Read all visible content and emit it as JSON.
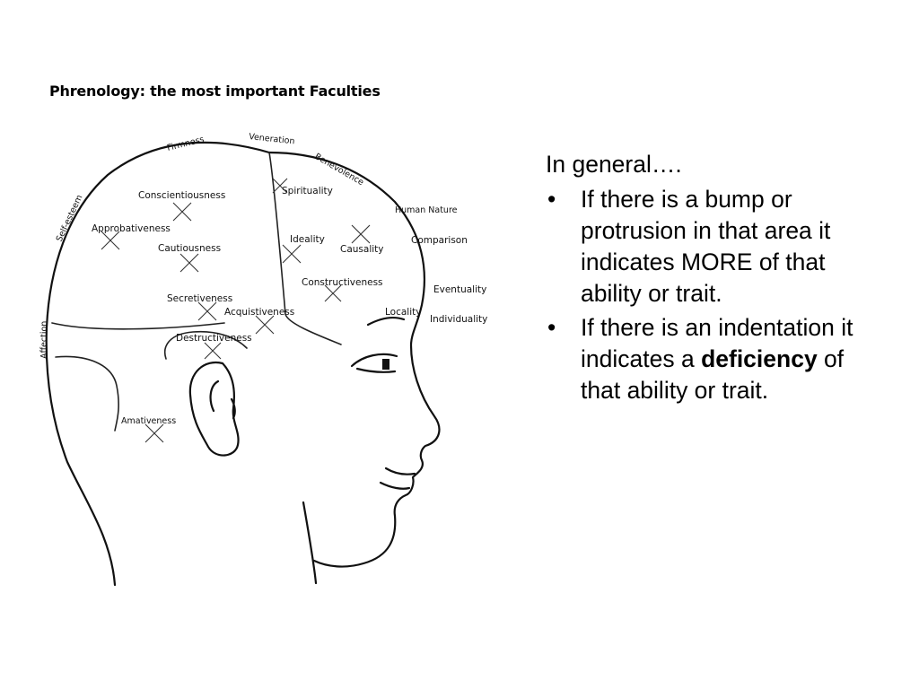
{
  "diagram": {
    "title": "Phrenology: the most important Faculties",
    "faculties": {
      "firmness": "Firmness",
      "veneration": "Veneration",
      "benevolence": "Benevolence",
      "self_esteem": "Self-esteem",
      "conscientiousness": "Conscientiousness",
      "spirituality": "Spirituality",
      "human_nature": "Human Nature",
      "approbativeness": "Approbativeness",
      "cautiousness": "Cautiousness",
      "ideality": "Ideality",
      "causality": "Causality",
      "comparison": "Comparison",
      "constructiveness": "Constructiveness",
      "eventuality": "Eventuality",
      "secretiveness": "Secretiveness",
      "acquisitiveness": "Acquistiveness",
      "locality": "Locality",
      "individuality": "Individuality",
      "affection": "Affection",
      "destructiveness": "Destructiveness",
      "amativeness": "Amativeness"
    }
  },
  "text_panel": {
    "intro": "In general….",
    "bullet_symbol": "•",
    "bullets": {
      "0": {
        "text": "If there is a bump or protrusion in that area it indicates MORE of that ability or trait."
      },
      "1": {
        "text_before": "If there is an indentation it indicates a ",
        "emphasis": "deficiency",
        "text_after": " of that ability or trait."
      }
    }
  }
}
